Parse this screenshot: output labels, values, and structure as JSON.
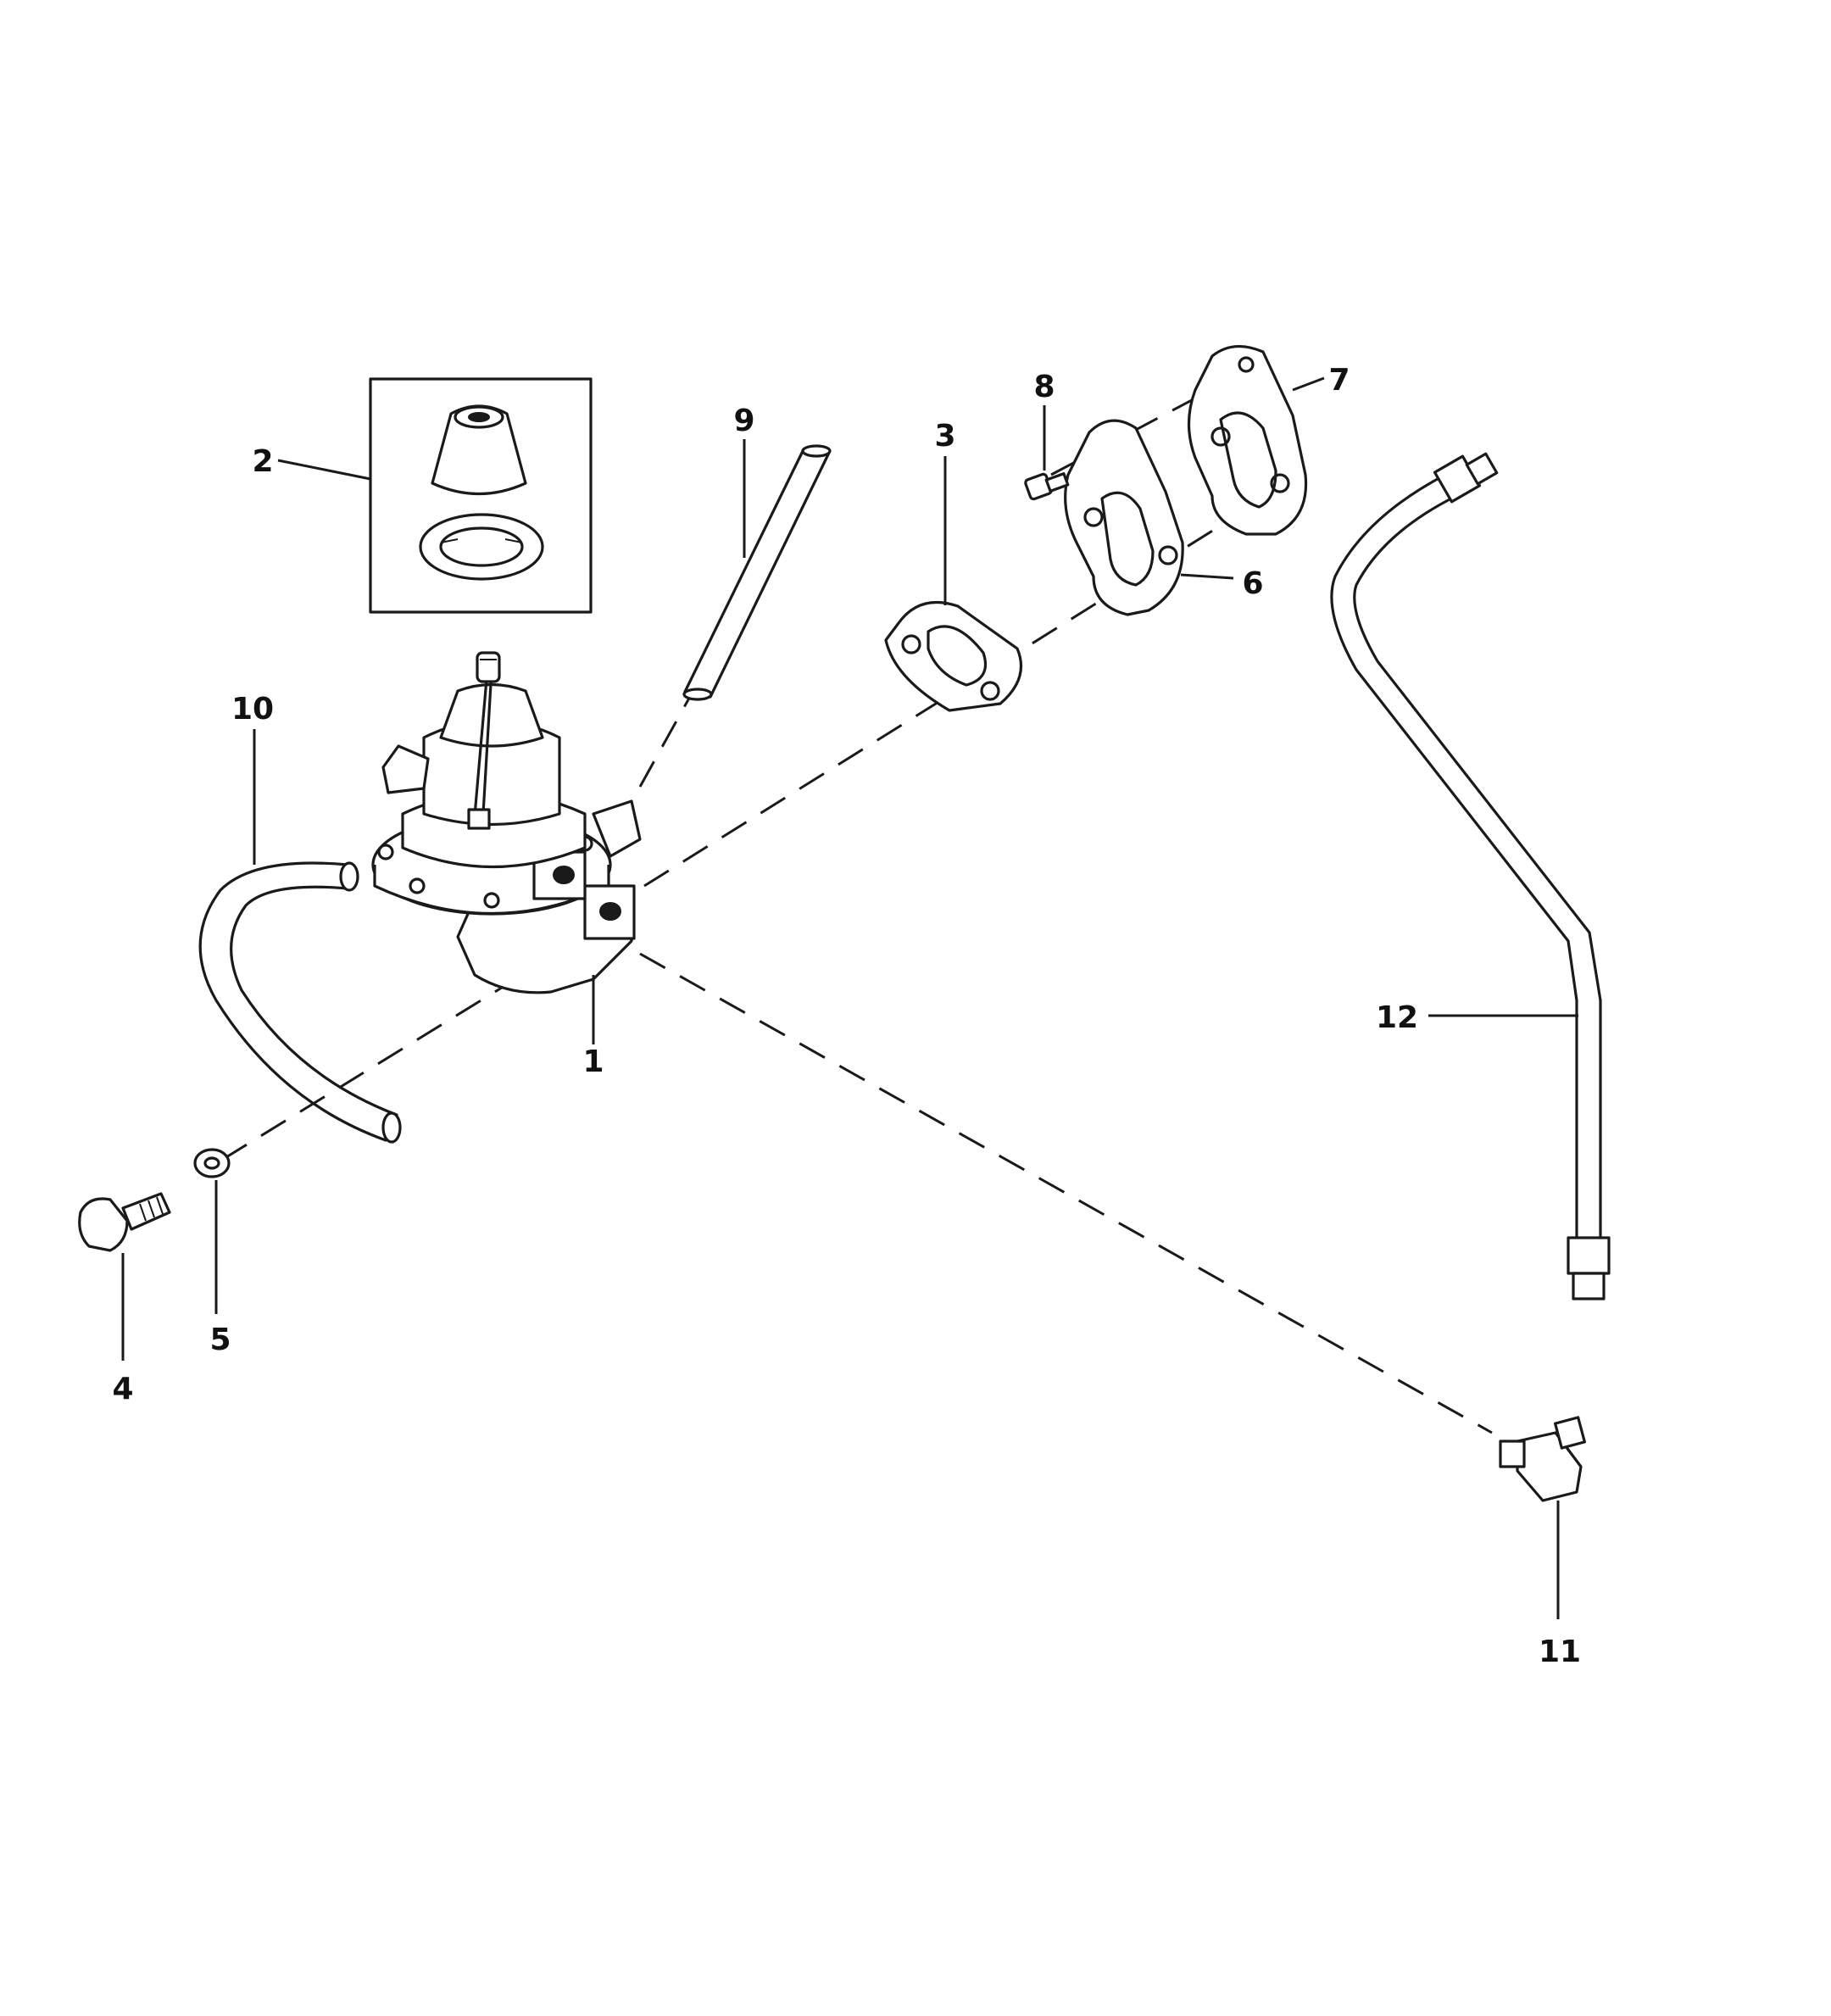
{
  "callouts": [
    {
      "id": "1",
      "text": "1"
    },
    {
      "id": "2",
      "text": "2"
    },
    {
      "id": "3",
      "text": "3"
    },
    {
      "id": "4",
      "text": "4"
    },
    {
      "id": "5",
      "text": "5"
    },
    {
      "id": "6",
      "text": "6"
    },
    {
      "id": "7",
      "text": "7"
    },
    {
      "id": "8",
      "text": "8"
    },
    {
      "id": "9",
      "text": "9"
    },
    {
      "id": "10",
      "text": "10"
    },
    {
      "id": "11",
      "text": "11"
    },
    {
      "id": "12",
      "text": "12"
    }
  ],
  "colors": {
    "line": "#1a1a1a",
    "background": "#ffffff"
  }
}
